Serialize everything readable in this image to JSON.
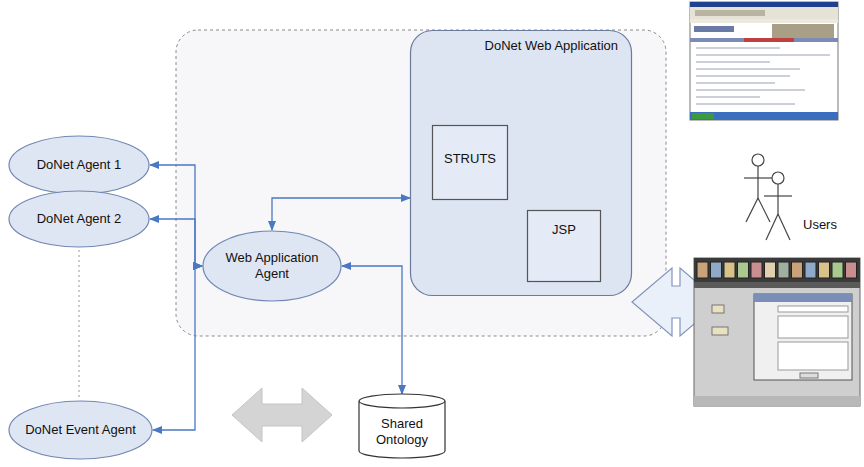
{
  "diagram": {
    "nodes": [
      {
        "text": [
          "DoNet Agent 1"
        ]
      },
      {
        "text": [
          "DoNet Agent 2"
        ]
      },
      {
        "text": [
          "DoNet Event Agent"
        ]
      },
      {
        "text": [
          "DoNet Web Application"
        ]
      },
      {
        "text": [
          "STRUTS"
        ],
        "in": 3
      },
      {
        "text": [
          "JSP"
        ],
        "in": 3
      },
      {
        "text": [
          "Web Application Agent"
        ]
      },
      {
        "text": [
          "Shared Ontology"
        ]
      }
    ],
    "edges": [
      {
        "from": 6,
        "to": 0,
        "arrow": "both"
      },
      {
        "from": 6,
        "to": 1,
        "arrow": "both"
      },
      {
        "from": 6,
        "to": 2,
        "arrow": "both"
      },
      {
        "from": 6,
        "to": 3,
        "arrow": "both"
      },
      {
        "from": 6,
        "to": 7,
        "arrow": "both"
      }
    ],
    "labels": [
      "Users"
    ]
  }
}
